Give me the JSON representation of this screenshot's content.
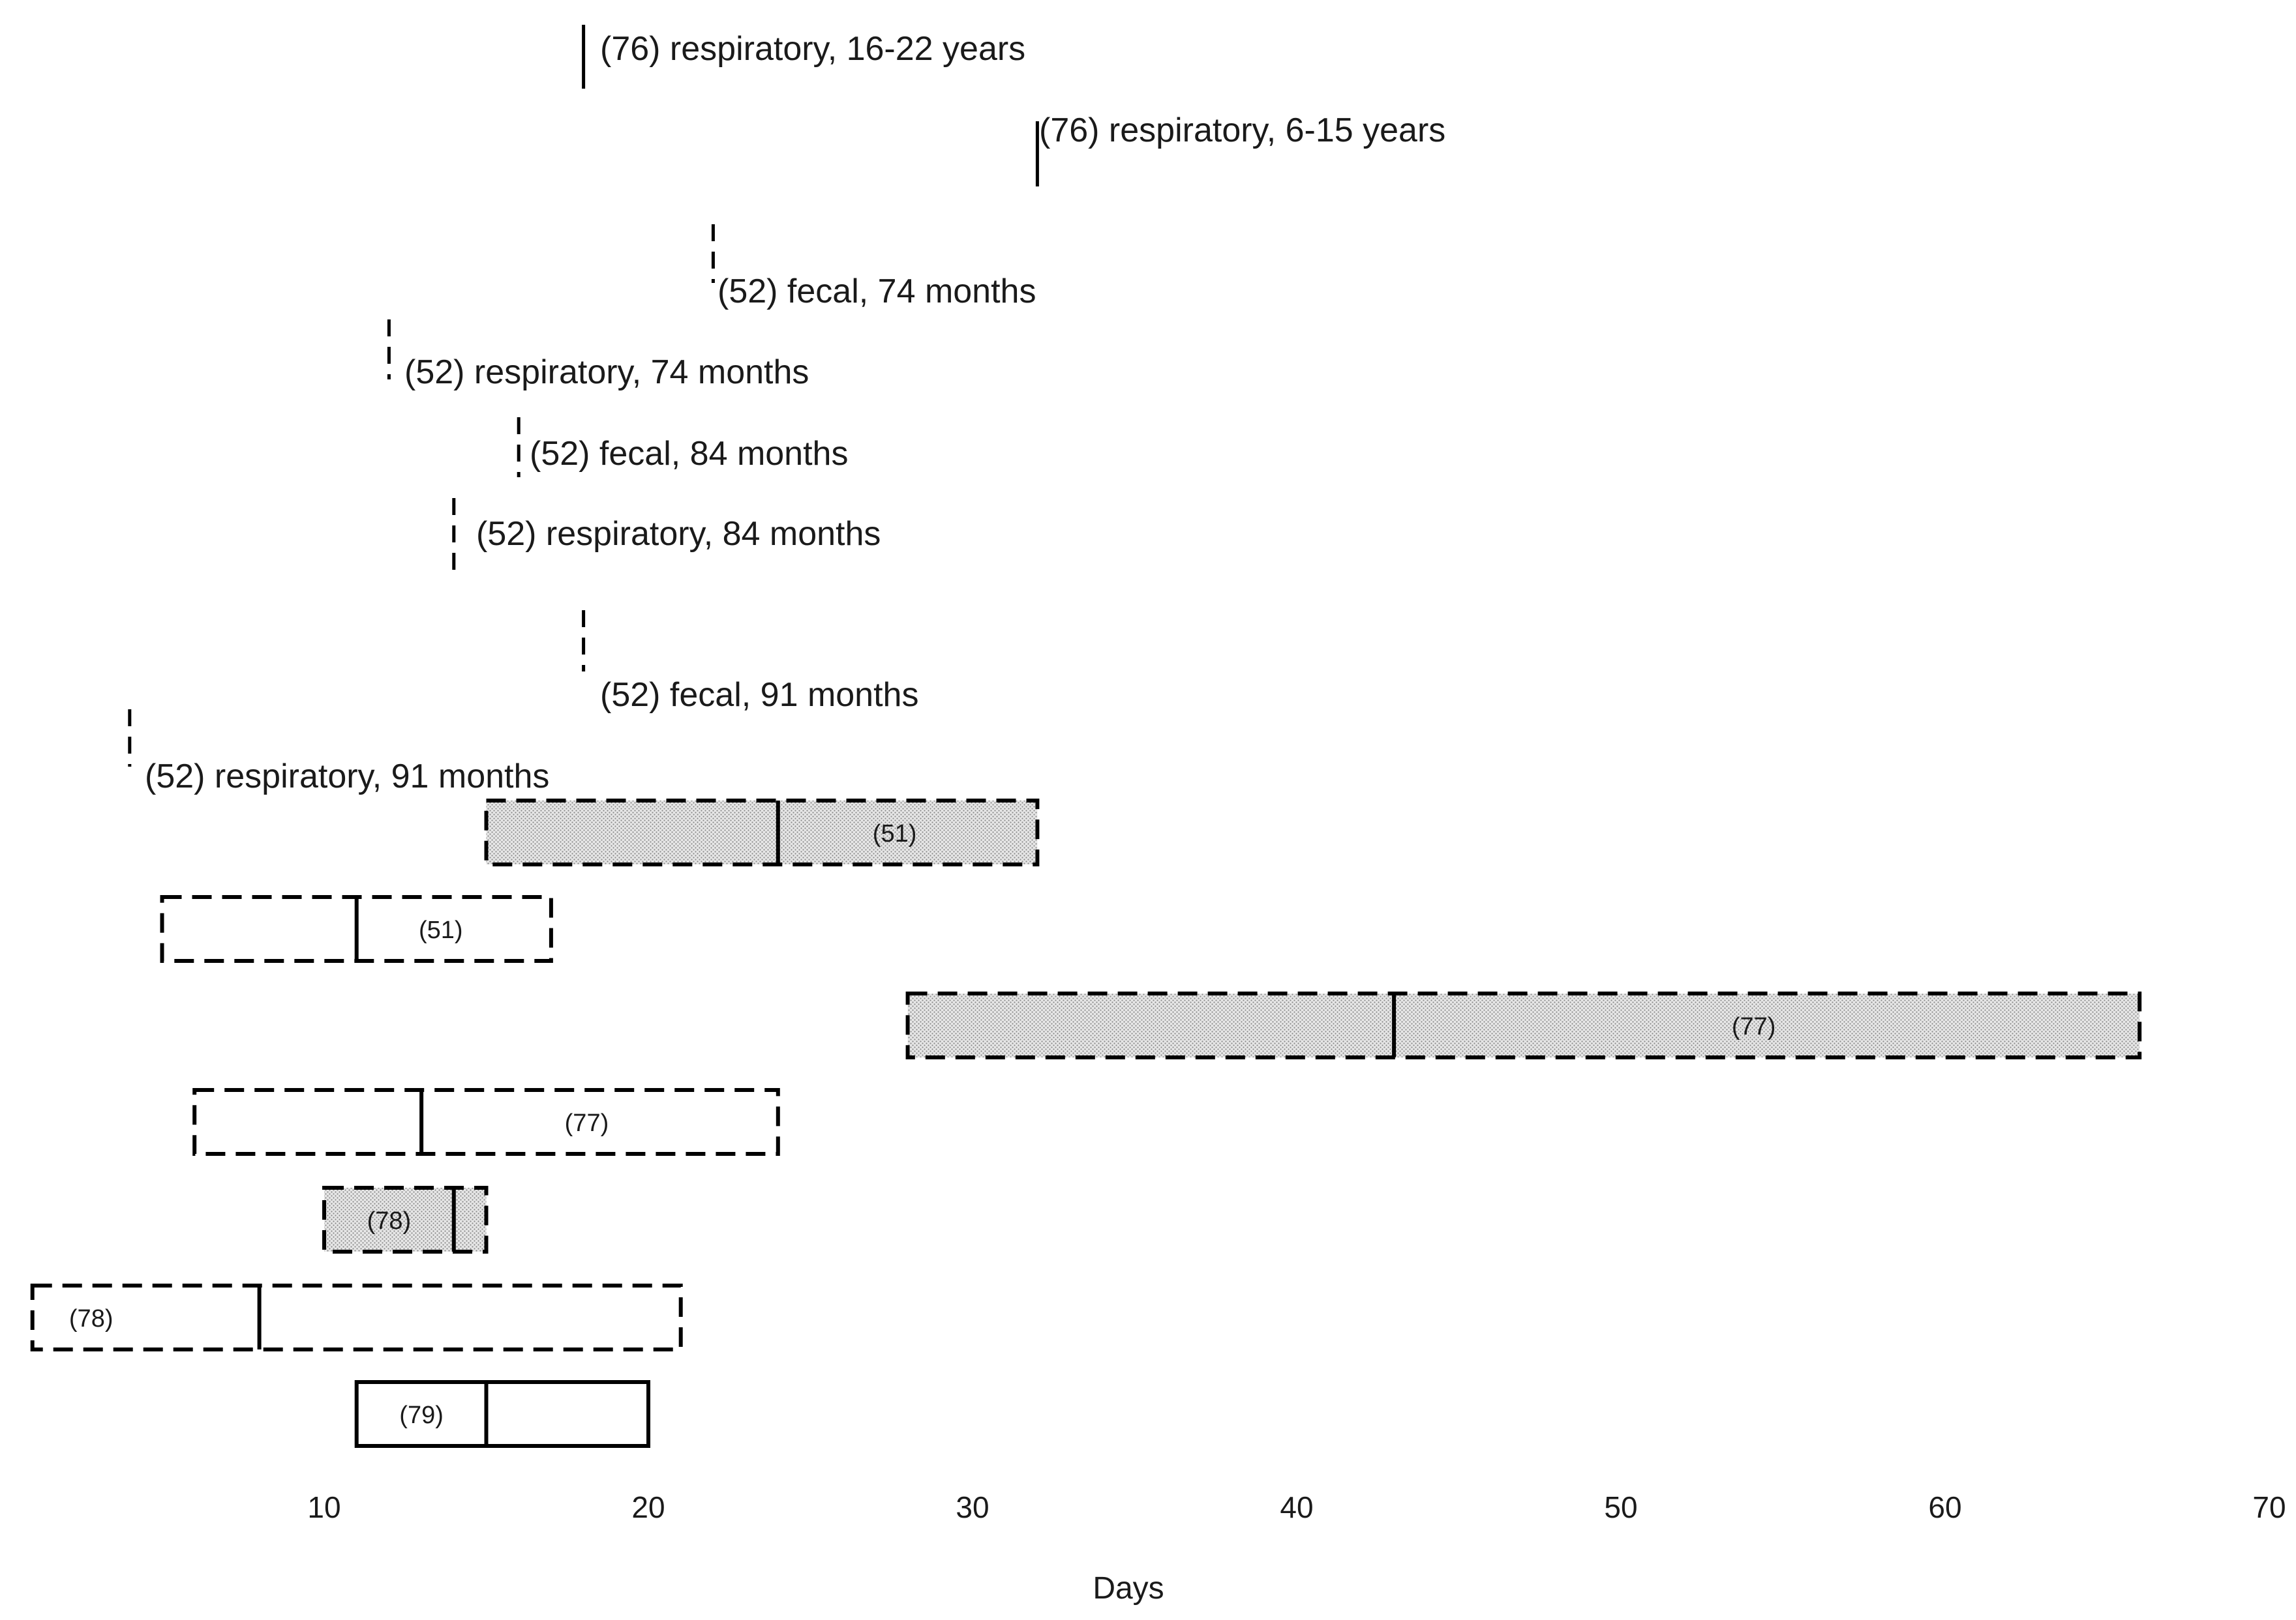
{
  "chart_data": {
    "type": "range",
    "xlabel": "Days",
    "xlim": [
      0,
      70
    ],
    "xticks": [
      10,
      20,
      30,
      40,
      50,
      60,
      70
    ],
    "grid": false,
    "legend": "none",
    "point_markers": [
      {
        "label": "(76) respiratory, 16-22 years",
        "x": 18,
        "style": "solid"
      },
      {
        "label": "(76) respiratory, 6-15 years",
        "x": 32,
        "style": "solid"
      },
      {
        "label": "(52) fecal, 74 months",
        "x": 22,
        "style": "dashed"
      },
      {
        "label": "(52) respiratory, 74 months",
        "x": 12,
        "style": "dashed"
      },
      {
        "label": "(52) fecal, 84 months",
        "x": 16,
        "style": "dashed"
      },
      {
        "label": "(52) respiratory, 84 months",
        "x": 14,
        "style": "dashed"
      },
      {
        "label": "(52) fecal, 91 months",
        "x": 18,
        "style": "dashed"
      },
      {
        "label": "(52) respiratory, 91 months",
        "x": 4,
        "style": "dashed"
      }
    ],
    "ranges": [
      {
        "label": "(51)",
        "min": 15,
        "median": 24,
        "max": 32,
        "fill": "shaded",
        "border": "dashed"
      },
      {
        "label": "(51)",
        "min": 5,
        "median": 11,
        "max": 17,
        "fill": "none",
        "border": "dashed"
      },
      {
        "label": "(77)",
        "min": 28,
        "median": 43,
        "max": 66,
        "fill": "shaded",
        "border": "dashed"
      },
      {
        "label": "(77)",
        "min": 6,
        "median": 13,
        "max": 24,
        "fill": "none",
        "border": "dashed"
      },
      {
        "label": "(78)",
        "min": 10,
        "median": 14,
        "max": 15,
        "fill": "shaded",
        "border": "dashed"
      },
      {
        "label": "(78)",
        "min": 1,
        "median": 8,
        "max": 21,
        "fill": "none",
        "border": "dashed"
      },
      {
        "label": "(79)",
        "min": 11,
        "median": 15,
        "max": 20,
        "fill": "none",
        "border": "solid"
      }
    ],
    "colors": {
      "line": "#000000",
      "shade": "#d9d9d9",
      "text": "#1a1a1a"
    }
  }
}
